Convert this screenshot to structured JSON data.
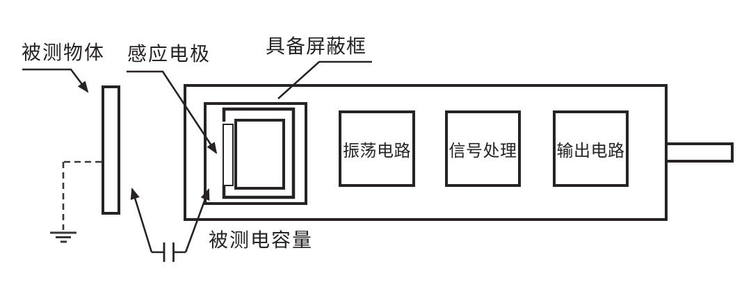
{
  "canvas": {
    "background": "#ffffff",
    "stroke_color": "#272324"
  },
  "callouts": {
    "target_object": "被测物体",
    "sensing_electrode": "感应电极",
    "shield_frame": "具备屏蔽框",
    "measured_capacitance": "被测电容量"
  },
  "blocks": [
    {
      "label": "振荡电路"
    },
    {
      "label": "信号处理"
    },
    {
      "label": "输出电路"
    }
  ]
}
